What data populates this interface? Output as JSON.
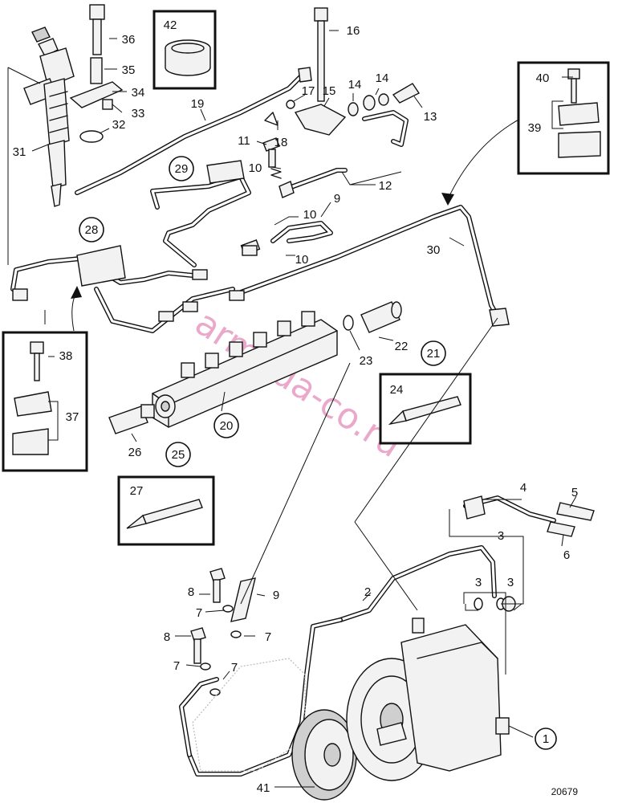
{
  "figure_number": "20679",
  "watermark": "armada-co.ru",
  "callouts": {
    "c1": "1",
    "c2": "2",
    "c3a": "3",
    "c3b": "3",
    "c3c": "3",
    "c4": "4",
    "c5": "5",
    "c6": "6",
    "c7a": "7",
    "c7b": "7",
    "c7c": "7",
    "c7d": "7",
    "c8a": "8",
    "c8b": "8",
    "c9a": "9",
    "c9b": "9",
    "c10a": "10",
    "c10b": "10",
    "c10c": "10",
    "c11": "11",
    "c12": "12",
    "c13": "13",
    "c14a": "14",
    "c14b": "14",
    "c15": "15",
    "c16": "16",
    "c17": "17",
    "c18": "18",
    "c19": "19",
    "c20": "20",
    "c21": "21",
    "c22": "22",
    "c23": "23",
    "c24": "24",
    "c25": "25",
    "c26": "26",
    "c27": "27",
    "c28": "28",
    "c29": "29",
    "c30": "30",
    "c31": "31",
    "c32": "32",
    "c33": "33",
    "c34": "34",
    "c35": "35",
    "c36": "36",
    "c37": "37",
    "c38": "38",
    "c39": "39",
    "c40": "40",
    "c41": "41",
    "c42": "42"
  }
}
